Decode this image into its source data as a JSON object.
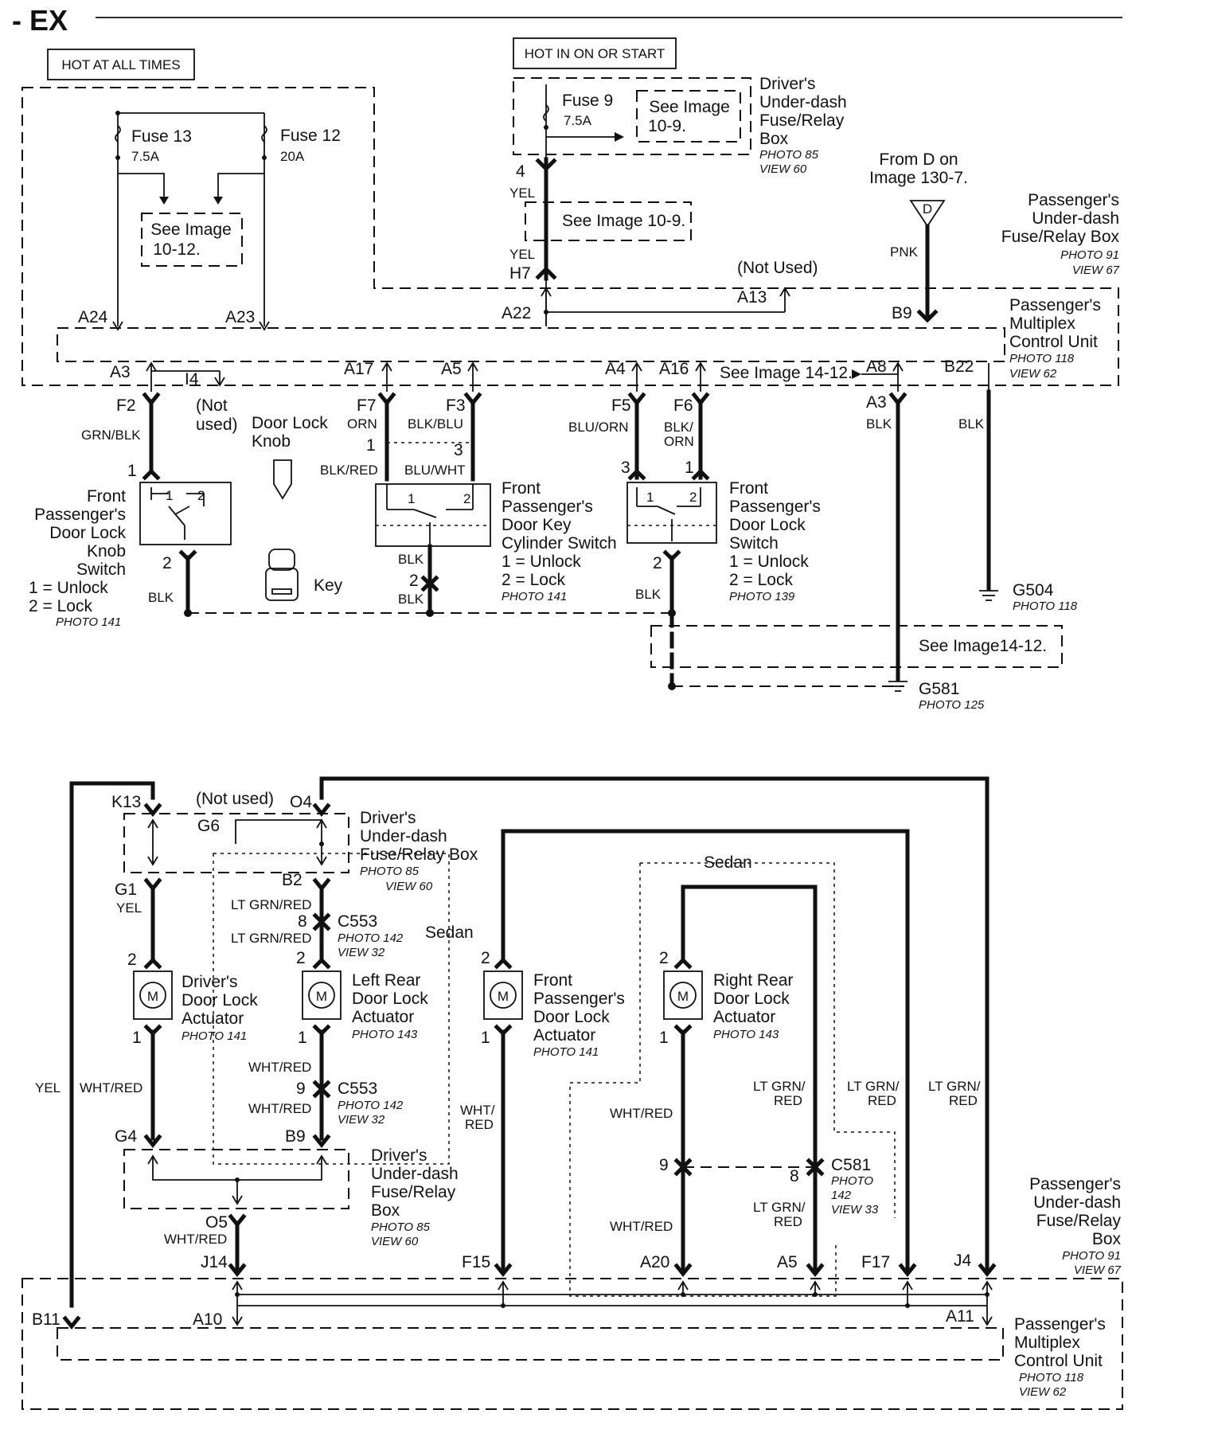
{
  "header": {
    "model": "- EX"
  },
  "power": {
    "hot_at_all_times": "HOT AT ALL TIMES",
    "hot_in_on_or_start": "HOT IN ON OR START"
  },
  "fuses": {
    "fuse13": {
      "name": "Fuse 13",
      "rating": "7.5A"
    },
    "fuse12": {
      "name": "Fuse 12",
      "rating": "20A"
    },
    "fuse9": {
      "name": "Fuse 9",
      "rating": "7.5A"
    }
  },
  "refs": {
    "see_10_12": [
      "See Image",
      "10-12."
    ],
    "see_10_9_box": [
      "See Image",
      "10-9."
    ],
    "see_10_9": "See Image 10-9.",
    "see_14_12_a": "See Image 14-12.",
    "see_14_12_b": "See Image14-12.",
    "from_d": [
      "From D on",
      "Image 130-7."
    ]
  },
  "boxes": {
    "drivers_fuse_top": {
      "lines": [
        "Driver's",
        "Under-dash",
        "Fuse/Relay",
        "Box"
      ],
      "photo": "PHOTO 85",
      "view": "VIEW 60"
    },
    "pass_fuse_top": {
      "lines": [
        "Passenger's",
        "Under-dash",
        "Fuse/Relay Box"
      ],
      "photo": "PHOTO 91",
      "view": "VIEW 67"
    },
    "pmcu_top": {
      "lines": [
        "Passenger's",
        "Multiplex",
        "Control Unit"
      ],
      "photo": "PHOTO 118",
      "view": "VIEW 62"
    },
    "drivers_fuse_b1": {
      "lines": [
        "Driver's",
        "Under-dash",
        "Fuse/Relay Box"
      ],
      "photo": "PHOTO 85",
      "view": "VIEW 60"
    },
    "drivers_fuse_b2": {
      "lines": [
        "Driver's",
        "Under-dash",
        "Fuse/Relay",
        "Box"
      ],
      "photo": "PHOTO 85",
      "view": "VIEW 60"
    },
    "pass_fuse_bot": {
      "lines": [
        "Passenger's",
        "Under-dash",
        "Fuse/Relay",
        "Box"
      ],
      "photo": "PHOTO 91",
      "view": "VIEW 67"
    },
    "pmcu_bot": {
      "lines": [
        "Passenger's",
        "Multiplex",
        "Control Unit"
      ],
      "photo": "PHOTO 118",
      "view": "VIEW 62"
    }
  },
  "components": {
    "knob_switch": {
      "lines": [
        "Front",
        "Passenger's",
        "Door Lock",
        "Knob",
        "Switch",
        "1 = Unlock",
        "2 = Lock"
      ],
      "photo": "PHOTO 141"
    },
    "door_lock_knob": [
      "Door Lock",
      "Knob"
    ],
    "key": "Key",
    "key_cyl": {
      "lines": [
        "Front",
        "Passenger's",
        "Door Key",
        "Cylinder Switch",
        "1 = Unlock",
        "2 = Lock"
      ],
      "photo": "PHOTO 141"
    },
    "door_lock_sw": {
      "lines": [
        "Front",
        "Passenger's",
        "Door Lock",
        "Switch",
        "1 = Unlock",
        "2 = Lock"
      ],
      "photo": "PHOTO 139"
    },
    "g504": {
      "name": "G504",
      "photo": "PHOTO 118"
    },
    "g581": {
      "name": "G581",
      "photo": "PHOTO 125"
    },
    "act_drv": {
      "lines": [
        "Driver's",
        "Door Lock",
        "Actuator"
      ],
      "photo": "PHOTO 141"
    },
    "act_lr": {
      "lines": [
        "Left Rear",
        "Door Lock",
        "Actuator"
      ],
      "photo": "PHOTO 143"
    },
    "act_fp": {
      "lines": [
        "Front",
        "Passenger's",
        "Door Lock",
        "Actuator"
      ],
      "photo": "PHOTO 141"
    },
    "act_rr": {
      "lines": [
        "Right Rear",
        "Door Lock",
        "Actuator"
      ],
      "photo": "PHOTO 143"
    },
    "c553a": {
      "name": "C553",
      "photo": "PHOTO 142",
      "view": "VIEW 32"
    },
    "c553b": {
      "name": "C553",
      "photo": "PHOTO 142",
      "view": "VIEW 32"
    },
    "c581": {
      "name": "C581",
      "lines": [
        "PHOTO",
        "142",
        "VIEW 33"
      ]
    },
    "motor": "M"
  },
  "notes": {
    "not_used_top": "(Not Used)",
    "not_used_a": [
      "(Not",
      "used)"
    ],
    "not_used_b": "(Not used)",
    "sedan": "Sedan"
  },
  "pins": {
    "A24": "A24",
    "A23": "A23",
    "A22": "A22",
    "A13": "A13",
    "B9": "B9",
    "H7": "H7",
    "A3": "A3",
    "A17": "A17",
    "A5": "A5",
    "A4": "A4",
    "A16": "A16",
    "A8": "A8",
    "B22": "B22",
    "F2": "F2",
    "F7": "F7",
    "F3": "F3",
    "F5": "F5",
    "F6": "F6",
    "I4": "I4",
    "t4": "4",
    "p1": "1",
    "p2": "2",
    "p3": "3",
    "p8": "8",
    "p9": "9",
    "K13": "K13",
    "O4": "O4",
    "G6": "G6",
    "G1": "G1",
    "B2": "B2",
    "B9b": "B9",
    "G4": "G4",
    "O5": "O5",
    "J14": "J14",
    "F15": "F15",
    "A20": "A20",
    "A5b": "A5",
    "F17": "F17",
    "J4": "J4",
    "B11": "B11",
    "A10": "A10",
    "A11": "A11"
  },
  "wires": {
    "YEL": "YEL",
    "PNK": "PNK",
    "GRN_BLK": "GRN/BLK",
    "ORN": "ORN",
    "BLK_BLU": "BLK/BLU",
    "BLU_ORN": "BLU/ORN",
    "BLK_ORN": [
      "BLK/",
      "ORN"
    ],
    "BLK": "BLK",
    "BLK_RED": "BLK/RED",
    "BLU_WHT": "BLU/WHT",
    "LT_GRN_RED": "LT GRN/RED",
    "WHT_RED": "WHT/RED",
    "WHT_RED2": [
      "WHT/",
      "RED"
    ],
    "LTGRN_RED2": [
      "LT GRN/",
      "RED"
    ]
  }
}
